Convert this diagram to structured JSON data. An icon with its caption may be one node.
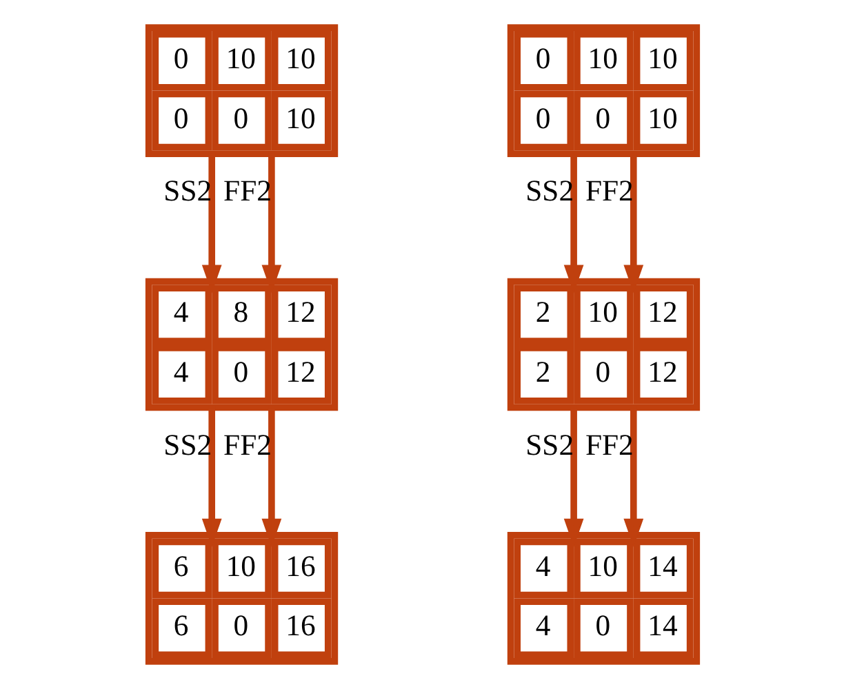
{
  "diagram": {
    "nodes": [
      {
        "text": [
          "0",
          "10",
          "10",
          "0",
          "0",
          "10"
        ]
      },
      {
        "text": [
          "4",
          "8",
          "12",
          "4",
          "0",
          "12"
        ]
      },
      {
        "text": [
          "6",
          "10",
          "16",
          "6",
          "0",
          "16"
        ]
      },
      {
        "text": [
          "0",
          "10",
          "10",
          "0",
          "0",
          "10"
        ]
      },
      {
        "text": [
          "2",
          "10",
          "12",
          "2",
          "0",
          "12"
        ]
      },
      {
        "text": [
          "4",
          "10",
          "14",
          "4",
          "0",
          "14"
        ]
      }
    ],
    "edges": [
      {
        "from": 0,
        "to": 1,
        "arrow": "to",
        "label": "SS2"
      },
      {
        "from": 0,
        "to": 1,
        "arrow": "to",
        "label": "FF2"
      },
      {
        "from": 1,
        "to": 2,
        "arrow": "to",
        "label": "SS2"
      },
      {
        "from": 1,
        "to": 2,
        "arrow": "to",
        "label": "FF2"
      },
      {
        "from": 3,
        "to": 4,
        "arrow": "to",
        "label": "SS2"
      },
      {
        "from": 3,
        "to": 4,
        "arrow": "to",
        "label": "FF2"
      },
      {
        "from": 4,
        "to": 5,
        "arrow": "to",
        "label": "SS2"
      },
      {
        "from": 4,
        "to": 5,
        "arrow": "to",
        "label": "FF2"
      }
    ]
  }
}
